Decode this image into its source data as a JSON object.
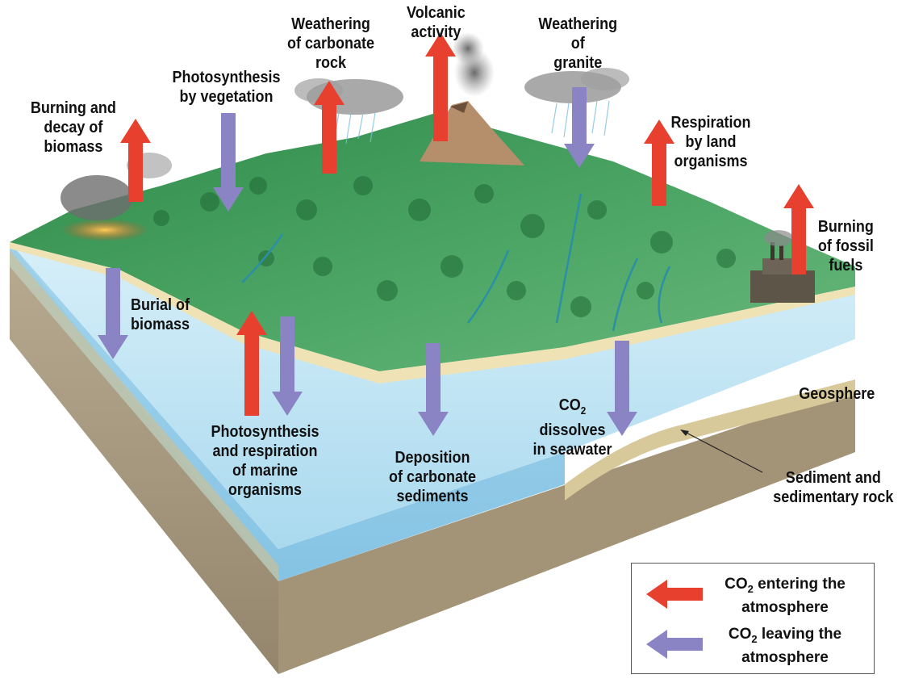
{
  "labels": {
    "burning_decay": [
      "Burning and",
      "decay of",
      "biomass"
    ],
    "photosynthesis_veg": [
      "Photosynthesis",
      "by vegetation"
    ],
    "weathering_carbonate": [
      "Weathering",
      "of carbonate",
      "rock"
    ],
    "volcanic": [
      "Volcanic",
      "activity"
    ],
    "weathering_granite": [
      "Weathering",
      "of",
      "granite"
    ],
    "respiration_land": [
      "Respiration",
      "by land",
      "organisms"
    ],
    "burning_fossil": [
      "Burning",
      "of fossil",
      "fuels"
    ],
    "burial_biomass": [
      "Burial of",
      "biomass"
    ],
    "photo_resp_marine": [
      "Photosynthesis",
      "and respiration",
      "of marine",
      "organisms"
    ],
    "deposition_carbonate": [
      "Deposition",
      "of carbonate",
      "sediments"
    ],
    "co2_dissolves": [
      "CO",
      "2",
      "dissolves",
      "in seawater"
    ],
    "geosphere": "Geosphere",
    "sediment": [
      "Sediment and",
      "sedimentary rock"
    ]
  },
  "legend": {
    "entering": [
      "CO",
      "2",
      " entering the",
      "atmosphere"
    ],
    "leaving": [
      "CO",
      "2",
      " leaving the",
      "atmosphere"
    ]
  },
  "colors": {
    "entering_arrow": "#e8402e",
    "leaving_arrow": "#8a84c4",
    "ocean": "#bfe3f2",
    "land": "#3e9a5c",
    "rock": "#a79a82"
  }
}
